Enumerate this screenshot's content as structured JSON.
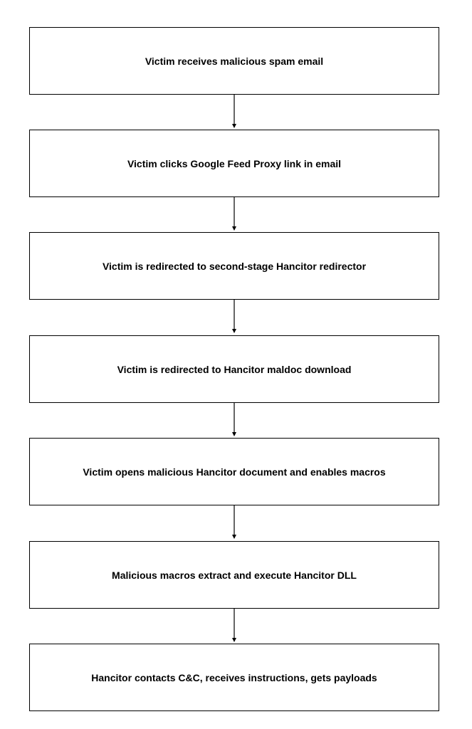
{
  "steps": [
    {
      "label": "Victim receives malicious spam email"
    },
    {
      "label": "Victim clicks Google Feed Proxy link in email"
    },
    {
      "label": "Victim is redirected to second-stage Hancitor redirector"
    },
    {
      "label": "Victim is redirected to Hancitor maldoc download"
    },
    {
      "label": "Victim opens malicious Hancitor document and enables macros"
    },
    {
      "label": "Malicious macros extract and execute Hancitor DLL"
    },
    {
      "label": "Hancitor contacts C&C, receives instructions, gets payloads"
    }
  ],
  "colors": {
    "box_border": "#000000",
    "box_fill": "#ffffff",
    "text": "#000000",
    "arrow": "#000000"
  }
}
